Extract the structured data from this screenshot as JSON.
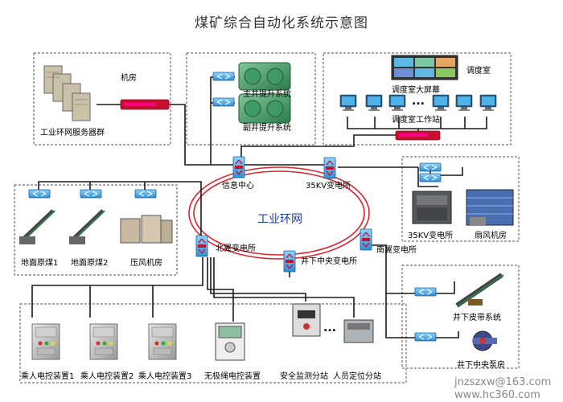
{
  "title": "煤矿综合自动化系统示意图",
  "ring_label": "工业环网",
  "dots": "...",
  "labels": {
    "server_room": "机房",
    "server_cluster": "工业环网服务器群",
    "main_hoist": "主井提升系统",
    "aux_hoist": "副井提升系统",
    "dispatch_room": "调度室",
    "big_screen": "调度室大屏幕",
    "workstation": "调度室工作站",
    "info_center": "信息中心",
    "substation_35kv_node": "35KV变电所",
    "substation_35kv": "35KV变电所",
    "fan_room": "扇风机房",
    "ground_coal_1": "地面原煤1",
    "ground_coal_2": "地面原煤2",
    "compressor_room": "压风机房",
    "north_substation": "北翼变电所",
    "central_substation": "井下中央变电所",
    "south_substation": "南翼变电所",
    "belt_system": "井下皮带系统",
    "pump_room": "井下中央泵房",
    "rider_1": "乘人电控装置1",
    "rider_2": "乘人电控装置2",
    "rider_3": "乘人电控装置3",
    "polarless_winch": "无极绳电控装置",
    "safety_monitor": "安全监测分站",
    "personnel_locate": "人员定位分站"
  },
  "watermark": {
    "line1": "jnzszxw@163.com",
    "line2": "www.hc360.com"
  },
  "colors": {
    "ring": "#d9262c",
    "cable": "#1a1a1a",
    "dashed_box": "#555555",
    "switch_blue": "#2f8fd6",
    "switch_red": "#c8102e",
    "cabinet": "#a9a9a9",
    "monitor": "#2a5a8a"
  }
}
